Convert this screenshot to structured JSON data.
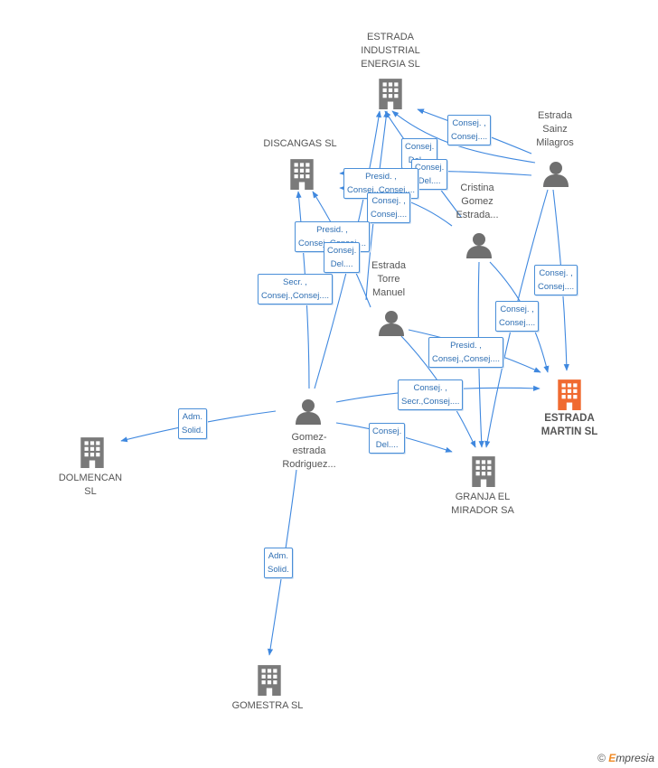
{
  "colors": {
    "edge": "#3f88df",
    "building": "#7a7a7a",
    "highlight": "#f06a30",
    "person": "#6f6f6f"
  },
  "nodes": {
    "estrada_industrial": {
      "label": "ESTRADA\nINDUSTRIAL\nENERGIA SL",
      "icon": "building-icon"
    },
    "discangas": {
      "label": "DISCANGAS SL",
      "icon": "building-icon"
    },
    "estrada_sainz": {
      "label": "Estrada\nSainz\nMilagros",
      "icon": "person-icon"
    },
    "cristina": {
      "label": "Cristina\nGomez\nEstrada...",
      "icon": "person-icon"
    },
    "estrada_torre": {
      "label": "Estrada\nTorre\nManuel",
      "icon": "person-icon"
    },
    "estrada_martin": {
      "label": "ESTRADA\nMARTIN SL",
      "icon": "building-icon"
    },
    "gomez_estrada": {
      "label": "Gomez-\nestrada\nRodriguez...",
      "icon": "person-icon"
    },
    "dolmencan": {
      "label": "DOLMENCAN\nSL",
      "icon": "building-icon"
    },
    "granja": {
      "label": "GRANJA EL\nMIRADOR SA",
      "icon": "building-icon"
    },
    "gomestra": {
      "label": "GOMESTRA  SL",
      "icon": "building-icon"
    }
  },
  "edge_labels": {
    "e1": "Consej. ,\nConsej....",
    "e2": "Consej.\nDel....",
    "e3": "Consej.\nDel....",
    "e4": "Presid. ,\nConsej.,Consej....",
    "e5": "Consej. ,\nConsej....",
    "e6": "Presid. ,\nConsej.,Consej....",
    "e7": "Consej.\nDel....",
    "e8": "Secr. ,\nConsej.,Consej....",
    "e9": "Consej. ,\nConsej....",
    "e10": "Consej. ,\nConsej....",
    "e11": "Presid. ,\nConsej.,Consej....",
    "e12": "Consej. ,\nSecr.,Consej....",
    "e13": "Consej.\nDel....",
    "e14": "Adm.\nSolid.",
    "e15": "Adm.\nSolid."
  },
  "brand": {
    "symbol": "©",
    "initial": "E",
    "rest": "mpresia"
  }
}
